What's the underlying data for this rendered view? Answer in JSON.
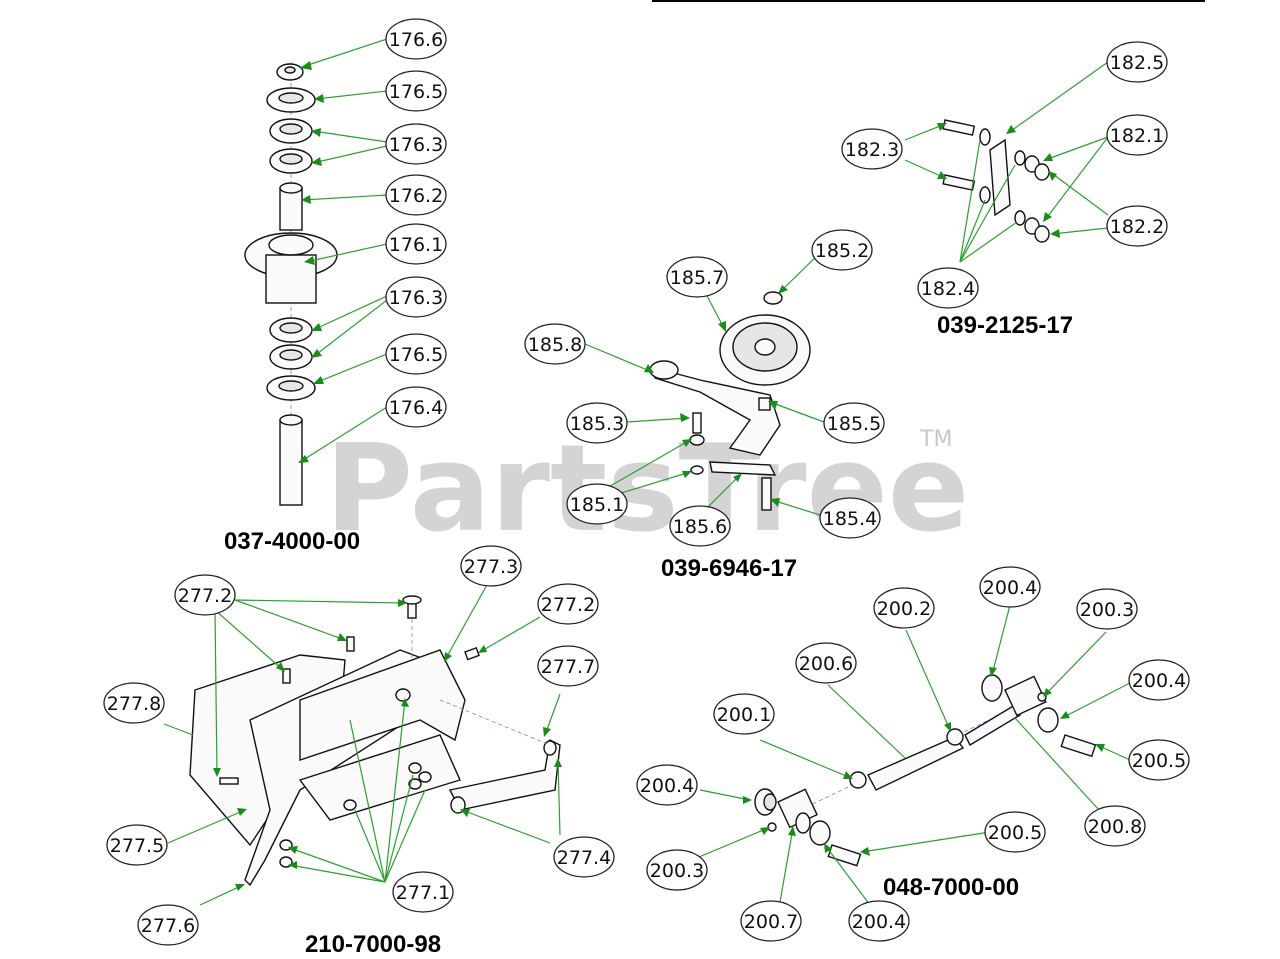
{
  "watermark": {
    "text": "PartsTree",
    "tm": "TM"
  },
  "assemblies": [
    {
      "id": "spindle",
      "label": "037-4000-00"
    },
    {
      "id": "idler",
      "label": "039-6946-17"
    },
    {
      "id": "bracket",
      "label": "039-2125-17"
    },
    {
      "id": "deck",
      "label": "210-7000-98"
    },
    {
      "id": "axle",
      "label": "048-7000-00"
    }
  ],
  "callouts": [
    {
      "text": "176.6"
    },
    {
      "text": "176.5"
    },
    {
      "text": "176.3"
    },
    {
      "text": "176.2"
    },
    {
      "text": "176.1"
    },
    {
      "text": "176.3"
    },
    {
      "text": "176.5"
    },
    {
      "text": "176.4"
    },
    {
      "text": "185.7"
    },
    {
      "text": "185.2"
    },
    {
      "text": "185.8"
    },
    {
      "text": "185.3"
    },
    {
      "text": "185.5"
    },
    {
      "text": "185.1"
    },
    {
      "text": "185.6"
    },
    {
      "text": "185.4"
    },
    {
      "text": "182.5"
    },
    {
      "text": "182.3"
    },
    {
      "text": "182.1"
    },
    {
      "text": "182.2"
    },
    {
      "text": "182.4"
    },
    {
      "text": "277.2"
    },
    {
      "text": "277.3"
    },
    {
      "text": "277.2"
    },
    {
      "text": "277.7"
    },
    {
      "text": "277.8"
    },
    {
      "text": "277.5"
    },
    {
      "text": "277.4"
    },
    {
      "text": "277.1"
    },
    {
      "text": "277.6"
    },
    {
      "text": "200.4"
    },
    {
      "text": "200.2"
    },
    {
      "text": "200.3"
    },
    {
      "text": "200.6"
    },
    {
      "text": "200.4"
    },
    {
      "text": "200.1"
    },
    {
      "text": "200.5"
    },
    {
      "text": "200.4"
    },
    {
      "text": "200.8"
    },
    {
      "text": "200.3"
    },
    {
      "text": "200.5"
    },
    {
      "text": "200.7"
    },
    {
      "text": "200.4"
    }
  ]
}
